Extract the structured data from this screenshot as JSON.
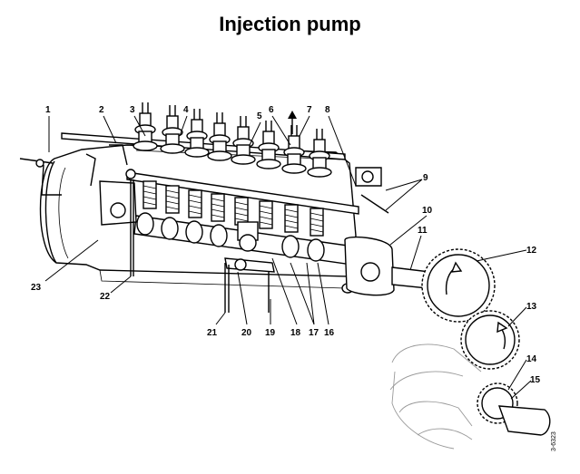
{
  "title": "Injection pump",
  "callouts": [
    {
      "num": "1"
    },
    {
      "num": "2"
    },
    {
      "num": "3"
    },
    {
      "num": "4"
    },
    {
      "num": "5"
    },
    {
      "num": "6"
    },
    {
      "num": "7"
    },
    {
      "num": "8"
    },
    {
      "num": "9"
    },
    {
      "num": "10"
    },
    {
      "num": "11"
    },
    {
      "num": "12"
    },
    {
      "num": "13"
    },
    {
      "num": "14"
    },
    {
      "num": "15"
    },
    {
      "num": "16"
    },
    {
      "num": "17"
    },
    {
      "num": "18"
    },
    {
      "num": "19"
    },
    {
      "num": "20"
    },
    {
      "num": "21"
    },
    {
      "num": "22"
    },
    {
      "num": "23"
    }
  ],
  "drawing_code": "3-6323"
}
